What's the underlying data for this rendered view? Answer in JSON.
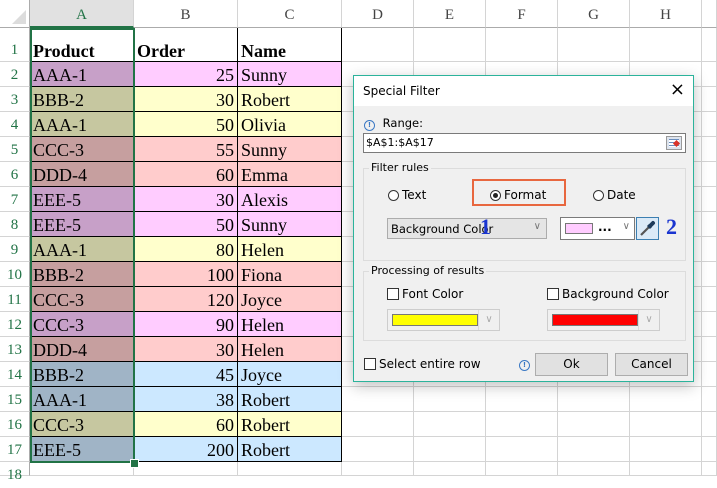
{
  "spreadsheet": {
    "columns": [
      "A",
      "B",
      "C",
      "D",
      "E",
      "F",
      "G",
      "H"
    ],
    "selected_column": "A",
    "headers": {
      "product": "Product",
      "order": "Order",
      "name": "Name"
    },
    "row_numbers": [
      "1",
      "2",
      "3",
      "4",
      "5",
      "6",
      "7",
      "8",
      "9",
      "10",
      "11",
      "12",
      "13",
      "14",
      "15",
      "16",
      "17",
      "18"
    ],
    "rows": [
      {
        "product": "AAA-1",
        "order": "25",
        "name": "Sunny",
        "a_color": "#c7a0c8",
        "bc_color": "#ffccff"
      },
      {
        "product": "BBB-2",
        "order": "30",
        "name": "Robert",
        "a_color": "#c6c7a0",
        "bc_color": "#ffffcc"
      },
      {
        "product": "AAA-1",
        "order": "50",
        "name": "Olivia",
        "a_color": "#c6c7a0",
        "bc_color": "#ffffcc"
      },
      {
        "product": "CCC-3",
        "order": "55",
        "name": "Sunny",
        "a_color": "#c69f9f",
        "bc_color": "#ffcccc"
      },
      {
        "product": "DDD-4",
        "order": "60",
        "name": "Emma",
        "a_color": "#c69f9f",
        "bc_color": "#ffcccc"
      },
      {
        "product": "EEE-5",
        "order": "30",
        "name": "Alexis",
        "a_color": "#c7a0c8",
        "bc_color": "#ffccff"
      },
      {
        "product": "EEE-5",
        "order": "50",
        "name": "Sunny",
        "a_color": "#c7a0c8",
        "bc_color": "#ffccff"
      },
      {
        "product": "AAA-1",
        "order": "80",
        "name": "Helen",
        "a_color": "#c6c7a0",
        "bc_color": "#ffffcc"
      },
      {
        "product": "BBB-2",
        "order": "100",
        "name": "Fiona",
        "a_color": "#c69f9f",
        "bc_color": "#ffcccc"
      },
      {
        "product": "CCC-3",
        "order": "120",
        "name": "Joyce",
        "a_color": "#c69f9f",
        "bc_color": "#ffcccc"
      },
      {
        "product": "CCC-3",
        "order": "90",
        "name": "Helen",
        "a_color": "#c7a0c8",
        "bc_color": "#ffccff"
      },
      {
        "product": "DDD-4",
        "order": "30",
        "name": "Helen",
        "a_color": "#c69f9f",
        "bc_color": "#ffcccc"
      },
      {
        "product": "BBB-2",
        "order": "45",
        "name": "Joyce",
        "a_color": "#a0b4c6",
        "bc_color": "#cce8ff"
      },
      {
        "product": "AAA-1",
        "order": "38",
        "name": "Robert",
        "a_color": "#a0b4c6",
        "bc_color": "#cce8ff"
      },
      {
        "product": "CCC-3",
        "order": "60",
        "name": "Robert",
        "a_color": "#c6c7a0",
        "bc_color": "#ffffcc"
      },
      {
        "product": "EEE-5",
        "order": "200",
        "name": "Robert",
        "a_color": "#a0b4c6",
        "bc_color": "#cce8ff"
      }
    ]
  },
  "dialog": {
    "title": "Special Filter",
    "close_icon": "×",
    "range_label": "Range:",
    "range_value": "$A$1:$A$17",
    "info_glyph": "!",
    "filter_rules": {
      "legend": "Filter rules",
      "options": [
        "Text",
        "Format",
        "Date"
      ],
      "selected": "Format",
      "format_type": "Background Color",
      "format_color": "#ffccff",
      "format_color_ellipsis": "...",
      "annotation_1": "1",
      "annotation_2": "2"
    },
    "processing": {
      "legend": "Processing of results",
      "font_color_label": "Font Color",
      "font_color_checked": false,
      "font_color_value": "#ffff00",
      "background_color_label": "Background Color",
      "background_color_checked": false,
      "background_color_value": "#ff0000"
    },
    "select_entire_row_label": "Select entire row",
    "select_entire_row_checked": false,
    "ok_label": "Ok",
    "cancel_label": "Cancel",
    "accent_color": "#2bb39b",
    "highlight_color": "#e8673f"
  }
}
